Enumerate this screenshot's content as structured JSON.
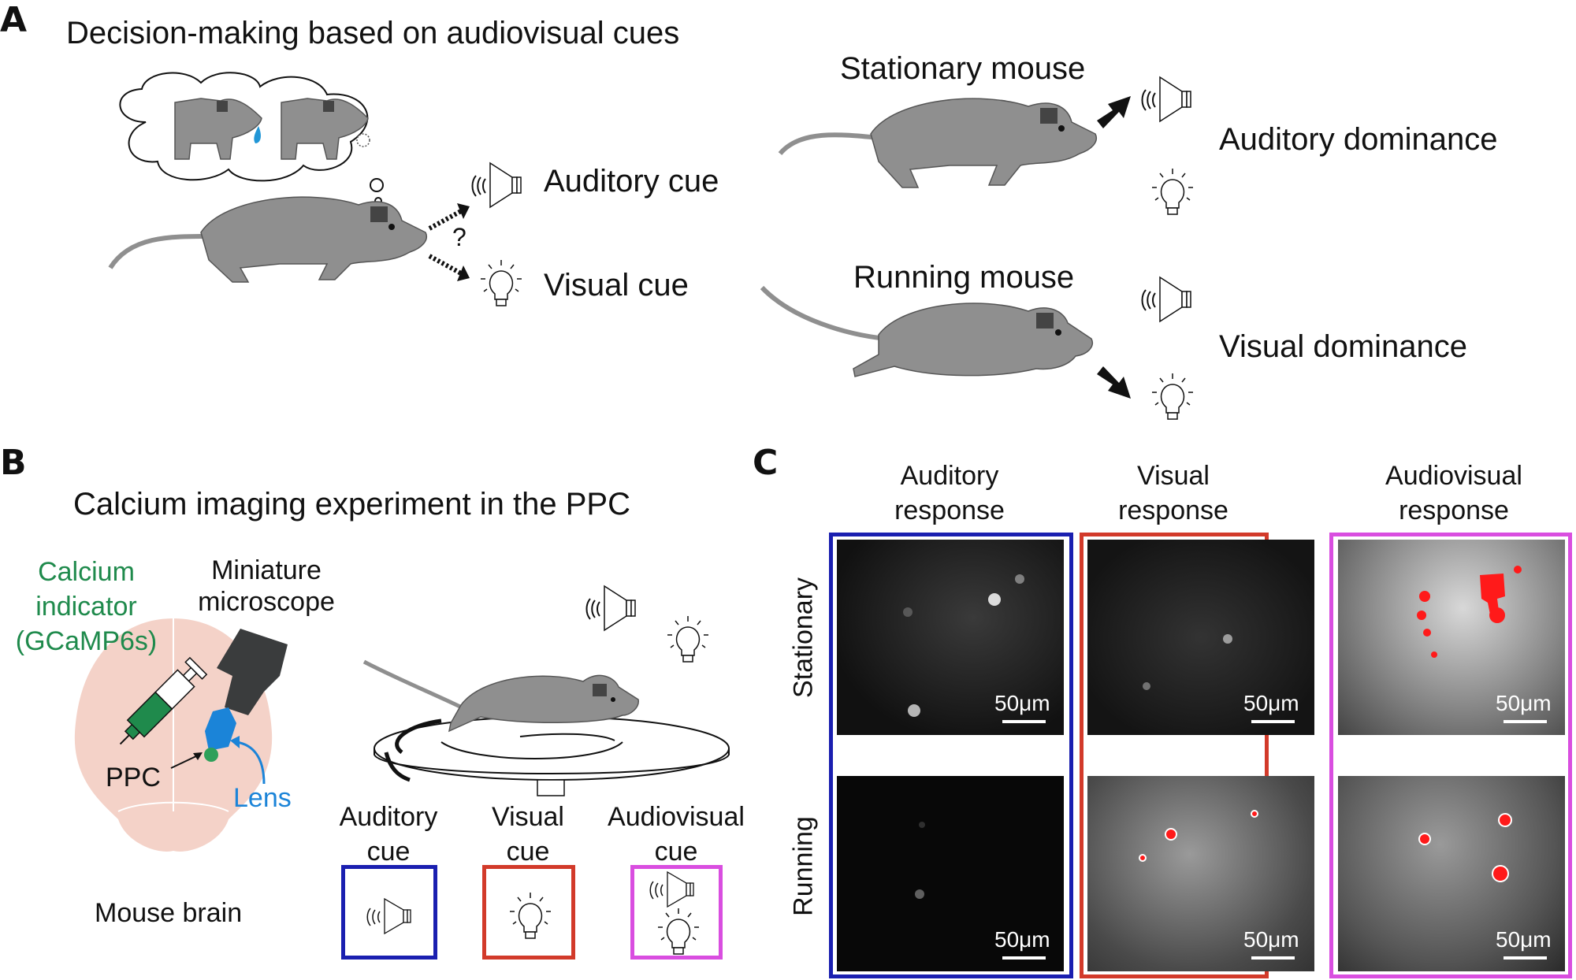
{
  "colors": {
    "auditory": "#1a1fb0",
    "visual": "#d23a2a",
    "audiovisual": "#d94ee0",
    "mouse_body": "#8f8f8f",
    "calcium_green": "#1f8a4c",
    "lens_blue": "#1b84d8",
    "brain_pink": "#f4d2c8",
    "microscope": "#3a3c3d",
    "response_red": "#ff1a1a"
  },
  "panelA": {
    "letter": "A",
    "title": "Decision-making based on audiovisual cues",
    "question_mark": "?",
    "auditory_cue_label": "Auditory cue",
    "visual_cue_label": "Visual cue",
    "stationary_label": "Stationary mouse",
    "running_label": "Running mouse",
    "auditory_dominance": "Auditory dominance",
    "visual_dominance": "Visual dominance",
    "icons": [
      "speaker-icon",
      "lightbulb-icon",
      "thought-bubble-icon",
      "water-drop-icon",
      "air-puff-icon",
      "arrow-icon"
    ]
  },
  "panelB": {
    "letter": "B",
    "title": "Calcium imaging experiment in the PPC",
    "calcium_indicator": [
      "Calcium",
      "indicator",
      "(GCaMP6s)"
    ],
    "microscope_label": [
      "Miniature",
      "microscope"
    ],
    "ppc_label": "PPC",
    "lens_label": "Lens",
    "brain_label": "Mouse brain",
    "cues": [
      {
        "line1": "Auditory",
        "line2": "cue",
        "type": "auditory"
      },
      {
        "line1": "Visual",
        "line2": "cue",
        "type": "visual"
      },
      {
        "line1": "Audiovisual",
        "line2": "cue",
        "type": "audiovisual"
      }
    ]
  },
  "panelC": {
    "letter": "C",
    "columns": [
      {
        "line1": "Auditory",
        "line2": "response"
      },
      {
        "line1": "Visual",
        "line2": "response"
      },
      {
        "line1": "Audiovisual",
        "line2": "response"
      }
    ],
    "rows": [
      "Stationary",
      "Running"
    ],
    "scale_bar": "50μm"
  }
}
